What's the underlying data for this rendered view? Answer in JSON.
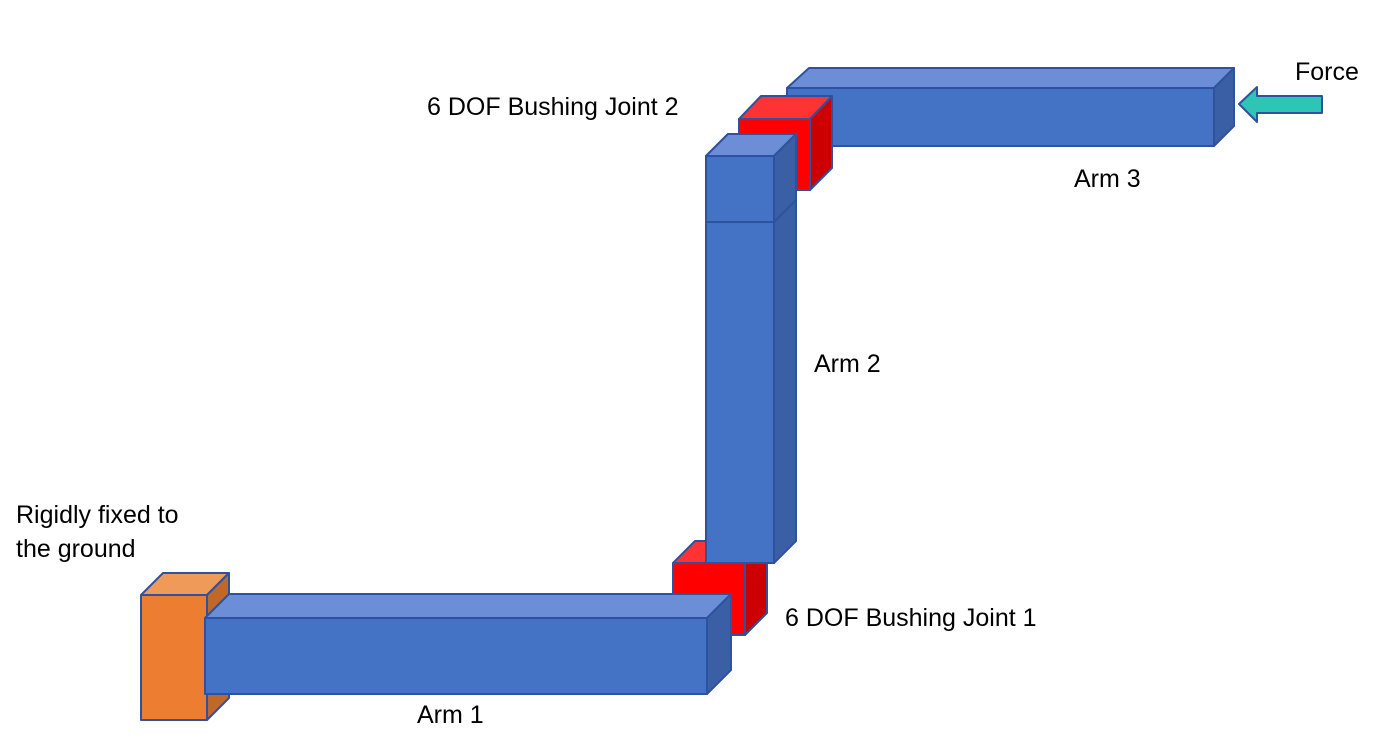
{
  "title": "Three-arm linkage with 6 DOF bushing joints",
  "colors": {
    "arm_front": "#4472C4",
    "arm_top": "#6B8ED6",
    "arm_side": "#3A5FA5",
    "arm_stroke": "#2F52A0",
    "joint_front": "#FF0000",
    "joint_top": "#FF3333",
    "joint_side": "#CC0000",
    "ground_front": "#ED7D31",
    "ground_top": "#F09A5A",
    "ground_side": "#C0682A",
    "force_fill": "#2EC4B6"
  },
  "labels": {
    "ground": [
      "Rigidly fixed to",
      "the ground"
    ],
    "arm1": "Arm 1",
    "arm2": "Arm 2",
    "arm3": "Arm 3",
    "joint1": "6 DOF Bushing Joint 1",
    "joint2": "6 DOF Bushing Joint 2",
    "force": "Force"
  }
}
